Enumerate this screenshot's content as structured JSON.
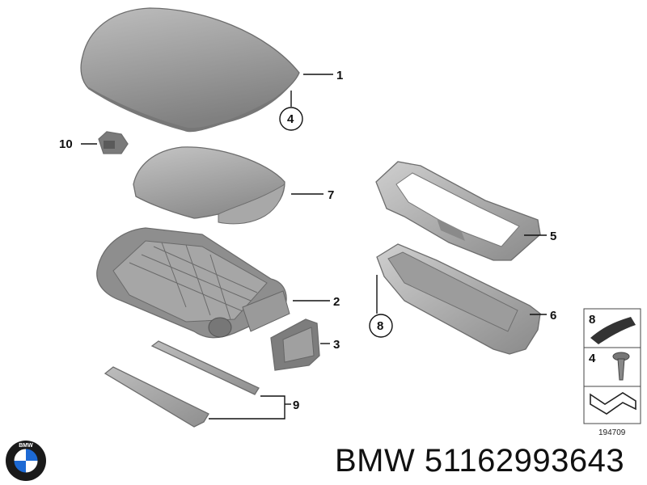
{
  "diagram": {
    "callouts": {
      "c1": "1",
      "c2": "2",
      "c3": "3",
      "c4_top": "4",
      "c5": "5",
      "c6": "6",
      "c7": "7",
      "c8": "8",
      "c9": "9",
      "c10": "10"
    },
    "legend": {
      "item8": "8",
      "item4": "4"
    },
    "reference_code": "194709"
  },
  "brand": {
    "logo_letters": "BMW",
    "name": "BMW",
    "part_number": "51162993643"
  },
  "colors": {
    "part_fill": "#9a9a9a",
    "part_shadow": "#7d7d7d",
    "part_highlight": "#c9c9c9",
    "logo_blue": "#1c69d4"
  }
}
